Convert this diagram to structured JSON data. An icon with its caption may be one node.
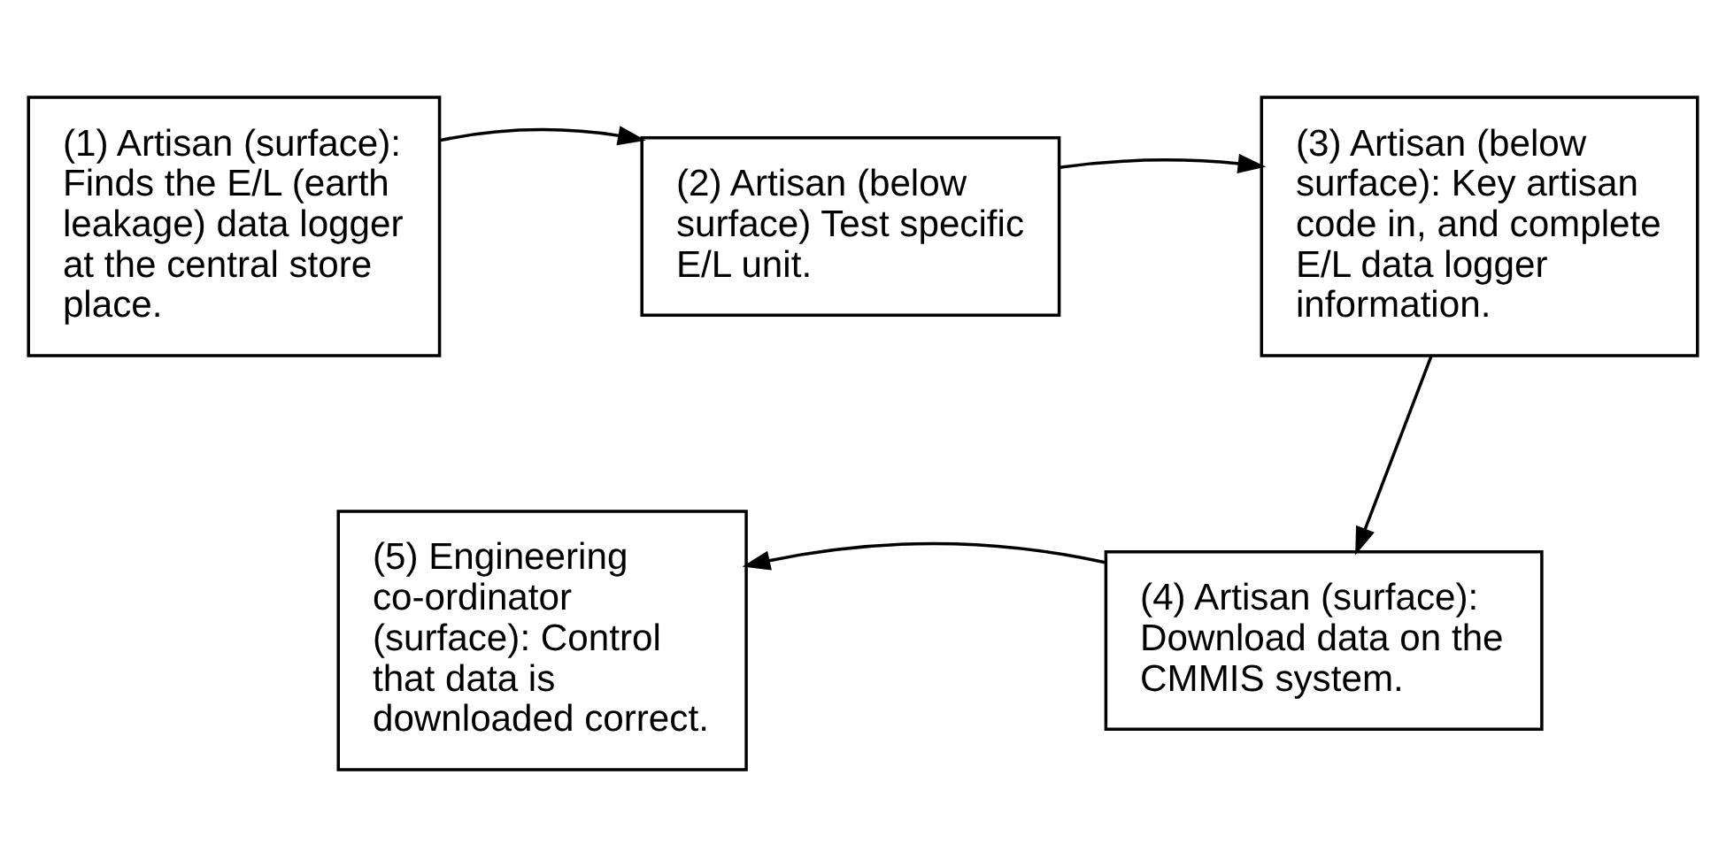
{
  "diagram": {
    "nodes": [
      {
        "text": [
          "(1) Artisan (surface): Finds the E/L (earth leakage) data logger at the central store place."
        ]
      },
      {
        "text": [
          "(2) Artisan (below surface) Test specific E/L unit."
        ]
      },
      {
        "text": [
          "(3) Artisan (below surface): Key artisan code in, and complete E/L data logger information."
        ]
      },
      {
        "text": [
          "(4) Artisan (surface): Download data on the CMMIS system."
        ]
      },
      {
        "text": [
          "(5) Engineering co-ordinator (surface): Control that data is downloaded correct."
        ]
      }
    ],
    "edges": [
      {
        "from": 0,
        "to": 1,
        "arrow": "to"
      },
      {
        "from": 1,
        "to": 2,
        "arrow": "to"
      },
      {
        "from": 2,
        "to": 3,
        "arrow": "to"
      },
      {
        "from": 3,
        "to": 4,
        "arrow": "to"
      }
    ]
  }
}
